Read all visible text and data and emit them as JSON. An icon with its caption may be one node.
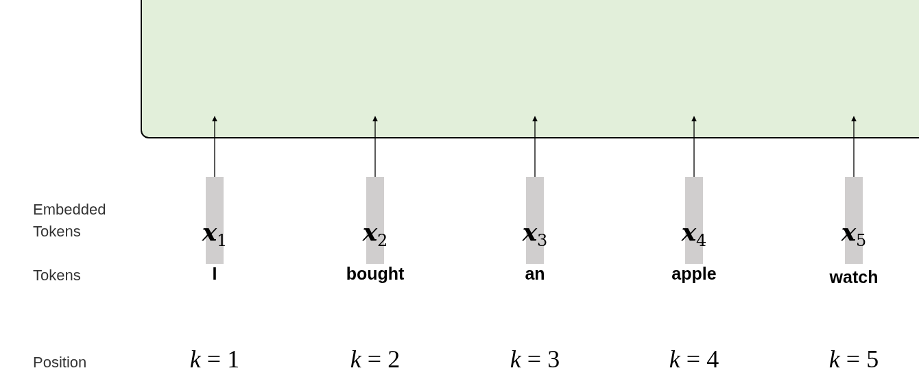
{
  "diagram": {
    "nodes": [
      {
        "text": [],
        "shape": "box"
      },
      {
        "text": [
          "**x**$_{1}$"
        ]
      },
      {
        "text": [
          "**x**$_{2}$"
        ]
      },
      {
        "text": [
          "**x**$_{3}$"
        ]
      },
      {
        "text": [
          "**x**$_{4}$"
        ]
      },
      {
        "text": [
          "**x**$_{5}$"
        ]
      }
    ],
    "edges": [
      {
        "from": 1,
        "to": 0,
        "arrow": "to"
      },
      {
        "from": 2,
        "to": 0,
        "arrow": "to"
      },
      {
        "from": 3,
        "to": 0,
        "arrow": "to"
      },
      {
        "from": 4,
        "to": 0,
        "arrow": "to"
      },
      {
        "from": 5,
        "to": 0,
        "arrow": "to"
      }
    ],
    "labels": [
      "Embedded Tokens",
      "Tokens",
      "I",
      "bought",
      "an",
      "apple",
      "watch",
      "Position",
      "*k* = 1",
      "*k* = 2",
      "*k* = 3",
      "*k* = 4",
      "*k* = 5"
    ]
  }
}
